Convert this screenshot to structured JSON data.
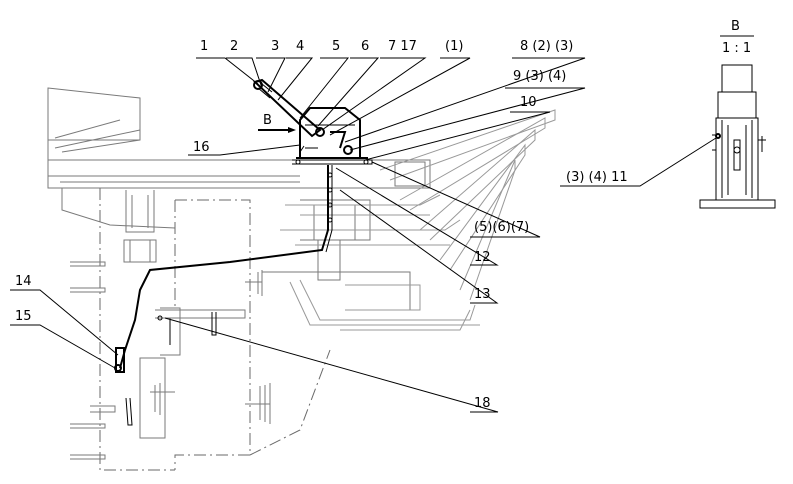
{
  "view": {
    "letter": "B",
    "scale": "1 : 1",
    "arrow_label": "B"
  },
  "callouts": {
    "c1": "1",
    "c2": "2",
    "c3": "3",
    "c4": "4",
    "c5": "5",
    "c6": "6",
    "c7_17": "7 17",
    "c_p1": "(1)",
    "c8": "8 (2) (3)",
    "c9": "9 (3) (4)",
    "c10": "10",
    "c16": "16",
    "c567": "(5)(6)(7)",
    "c12": "12",
    "c13": "13",
    "c14": "14",
    "c15": "15",
    "c18": "18",
    "c_34_11": "(3)  (4)  11"
  }
}
